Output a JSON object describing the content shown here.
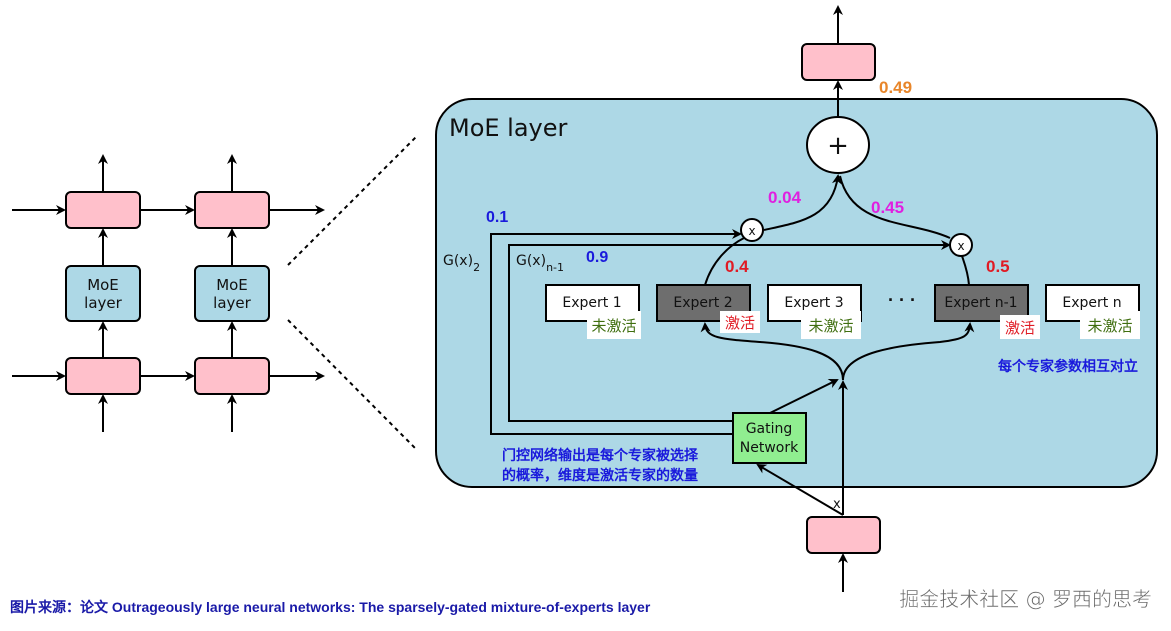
{
  "colors": {
    "pink": "#ffc0cb",
    "moe_blue": "#add8e6",
    "gating_green": "#90ee90",
    "expert_active": "#6e6e6e",
    "expert_inactive": "#ffffff",
    "prob_blue": "#1a1adc",
    "prob_red": "#e01b24",
    "prob_magenta": "#e020e0",
    "output_orange": "#e8862a",
    "inactive_green": "#3f6e0f",
    "caption_blue": "#1a1aa8",
    "watermark": "#555555"
  },
  "left_stack": {
    "moe_label_line1": "MoE",
    "moe_label_line2": "layer"
  },
  "moe": {
    "title": "MoE layer",
    "plus_symbol": "+",
    "mult_symbol": "x",
    "input_label": "x",
    "gate_label_2": "G(x)",
    "gate_sub_2": "2",
    "gate_label_n1": "G(x)",
    "gate_sub_n1": "n-1",
    "gate_prob_2": "0.1",
    "gate_prob_n1": "0.9",
    "expert_out_2": "0.4",
    "expert_out_n1": "0.5",
    "weighted_2": "0.04",
    "weighted_n1": "0.45",
    "output_value": "0.49",
    "ellipsis": "· · ·",
    "gating_line1": "Gating",
    "gating_line2": "Network",
    "experts": [
      {
        "label": "Expert 1",
        "status": "未激活",
        "active": false
      },
      {
        "label": "Expert 2",
        "status": "激活",
        "active": true
      },
      {
        "label": "Expert 3",
        "status": "未激活",
        "active": false
      },
      {
        "label": "Expert n-1",
        "status": "激活",
        "active": true
      },
      {
        "label": "Expert n",
        "status": "未激活",
        "active": false
      }
    ],
    "note_independent": "每个专家参数相互对立",
    "note_gating_line1": "门控网络输出是每个专家被选择",
    "note_gating_line2": "的概率，维度是激活专家的数量"
  },
  "caption": "图片来源：论文 Outrageously large neural networks: The sparsely-gated mixture-of-experts layer",
  "watermark": "掘金技术社区 @ 罗西的思考"
}
